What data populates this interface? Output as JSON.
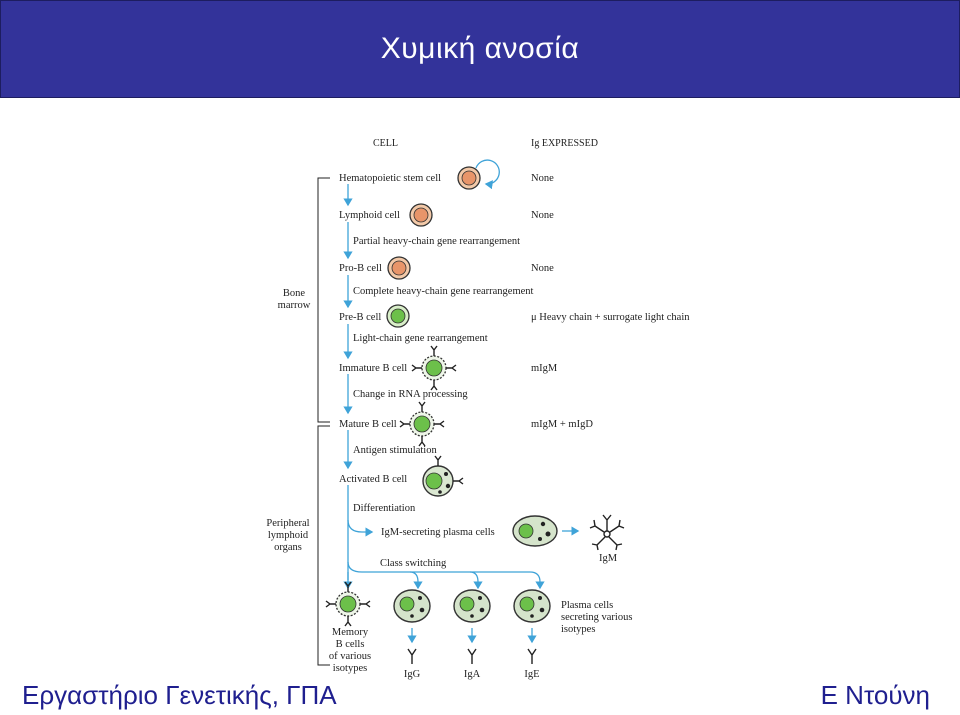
{
  "title": "Χυμική ανοσία",
  "footer": {
    "left": "Εργαστήριο Γενετικής, ΓΠΑ",
    "right": "Ε Ντούνη"
  },
  "colors": {
    "header_bg": "#33339a",
    "footer_text": "#1f1f8f",
    "arrow": "#3fa3d8",
    "orange_cell": "#f0b08a",
    "green_cell": "#6cc04a"
  },
  "diagram": {
    "col_cell": "CELL",
    "col_ig": "Ig EXPRESSED",
    "region_bone": [
      "Bone",
      "marrow"
    ],
    "region_periph": [
      "Peripheral",
      "lymphoid",
      "organs"
    ],
    "stages": {
      "hsc": {
        "label": "Hematopoietic stem  cell",
        "ig": "None"
      },
      "lymphoid": {
        "label": "Lymphoid cell",
        "ig": "None"
      },
      "prob": {
        "label": "Pro-B cell",
        "ig": "None"
      },
      "preb": {
        "label": "Pre-B cell",
        "ig": "μ Heavy chain + surrogate light chain"
      },
      "immature": {
        "label": "Immature B cell",
        "ig": "mIgM"
      },
      "mature": {
        "label": "Mature B cell",
        "ig": "mIgM + mIgD"
      },
      "activated": {
        "label": "Activated B cell"
      }
    },
    "steps": {
      "s1": "Partial heavy-chain gene rearrangement",
      "s2": "Complete heavy-chain gene rearrangement",
      "s3": "Light-chain gene rearrangement",
      "s4": "Change in RNA processing",
      "s5": "Antigen stimulation",
      "s6": "Differentiation",
      "s7": "Class switching"
    },
    "igm_plasma": "IgM-secreting plasma cells",
    "igm_label": "IgM",
    "memory": [
      "Memory",
      "B cells",
      "of various",
      "isotypes"
    ],
    "plasma": [
      "Plasma cells",
      "secreting various",
      "isotypes"
    ],
    "isotypes": [
      "IgG",
      "IgA",
      "IgE"
    ]
  }
}
